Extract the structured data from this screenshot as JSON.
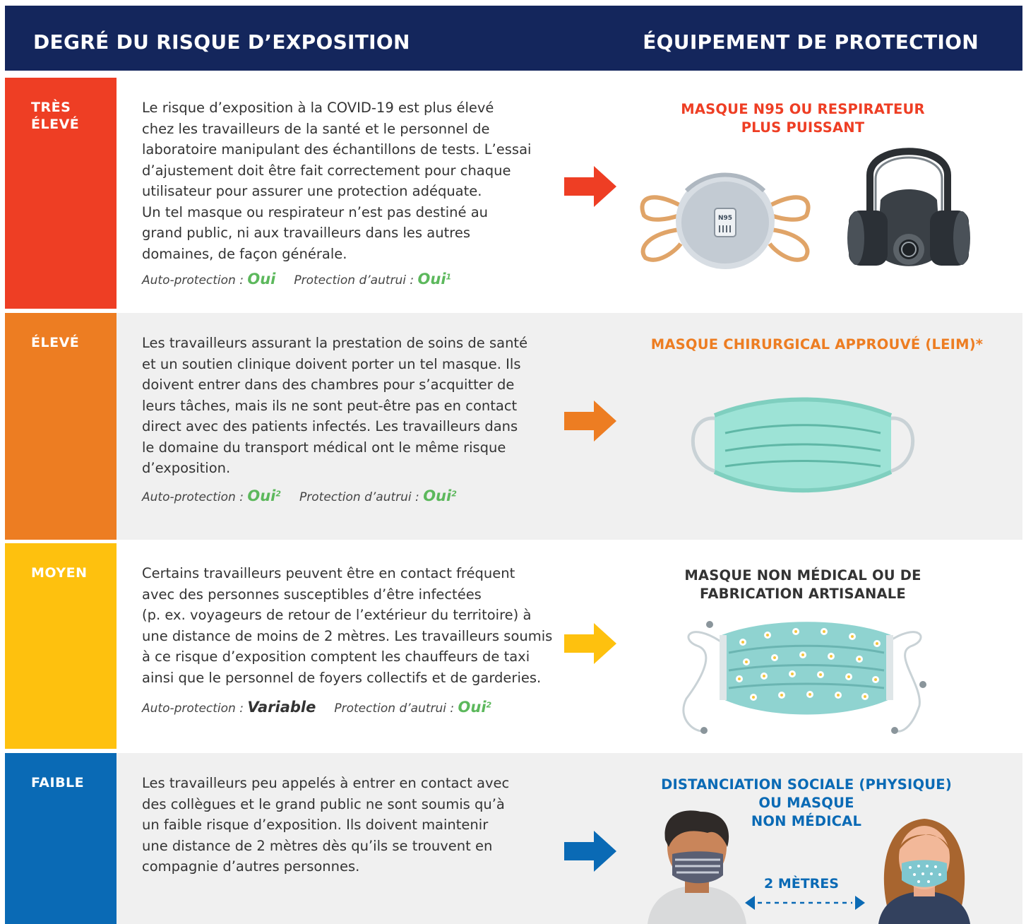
{
  "header": {
    "left_title": "DEGRÉ DU RISQUE D’EXPOSITION",
    "right_title": "ÉQUIPEMENT DE PROTECTION"
  },
  "colors": {
    "header_bg": "#14265c",
    "very_high": "#ee3e24",
    "high": "#ed7d22",
    "medium": "#fec10e",
    "low": "#0a6ab5",
    "yes_green": "#5cb85c"
  },
  "labels": {
    "self_protection": "Auto-protection : ",
    "others_protection": "Protection d’autrui : "
  },
  "rows": [
    {
      "level": "TRÈS\nÉLEVÉ",
      "description": "Le risque d’exposition à la COVID-19 est plus élevé\nchez les travailleurs de la santé et le personnel de\nlaboratoire manipulant des échantillons de tests. L’essai\nd’ajustement doit être fait correctement pour chaque\nutilisateur pour assurer une protection adéquate.\nUn tel masque ou respirateur n’est pas destiné au\ngrand public, ni aux travailleurs dans les autres\ndomaines, de façon générale.",
      "self_value": "Oui",
      "self_note": "",
      "others_value": "Oui",
      "others_note": "1",
      "equipment": "MASQUE N95 OU RESPIRATEUR\nPLUS PUISSANT",
      "equipment_icons": [
        "n95-mask-icon",
        "respirator-icon"
      ],
      "n95_text": "N95"
    },
    {
      "level": "ÉLEVÉ",
      "description": "Les travailleurs assurant la prestation de soins de santé\net un soutien clinique doivent porter un tel masque. Ils\ndoivent entrer dans des chambres pour s’acquitter de\nleurs tâches, mais ils ne sont peut-être pas en contact\ndirect avec des patients infectés. Les travailleurs dans\nle domaine du transport médical ont le même risque\nd’exposition.",
      "self_value": "Oui",
      "self_note": "2",
      "others_value": "Oui",
      "others_note": "2",
      "equipment": "MASQUE CHIRURGICAL APPROUVÉ (LEIM)*",
      "equipment_icons": [
        "surgical-mask-icon"
      ]
    },
    {
      "level": "MOYEN",
      "description": "Certains travailleurs peuvent être en contact fréquent\navec des personnes susceptibles d’être infectées\n(p. ex. voyageurs de retour de l’extérieur du territoire) à\nune distance de moins de 2 mètres. Les travailleurs soumis\nà ce risque d’exposition comptent les chauffeurs de taxi\nainsi que le personnel de foyers collectifs et de garderies.",
      "self_value": "Variable",
      "self_note": "",
      "others_value": "Oui",
      "others_note": "2",
      "equipment": "MASQUE NON MÉDICAL OU DE\nFABRICATION ARTISANALE",
      "equipment_icons": [
        "cloth-mask-icon"
      ]
    },
    {
      "level": "FAIBLE",
      "description": "Les travailleurs peu appelés à entrer en contact avec\ndes collègues et le grand public ne sont soumis qu’à\nun faible risque d’exposition. Ils doivent maintenir\nune distance de 2 mètres dès qu’ils se trouvent en\ncompagnie d’autres personnes.",
      "equipment": "DISTANCIATION SOCIALE (PHYSIQUE)\nOU MASQUE\nNON MÉDICAL",
      "distance_label": "2 MÈTRES",
      "equipment_icons": [
        "man-masked-icon",
        "woman-masked-icon",
        "double-arrow-icon"
      ]
    }
  ]
}
